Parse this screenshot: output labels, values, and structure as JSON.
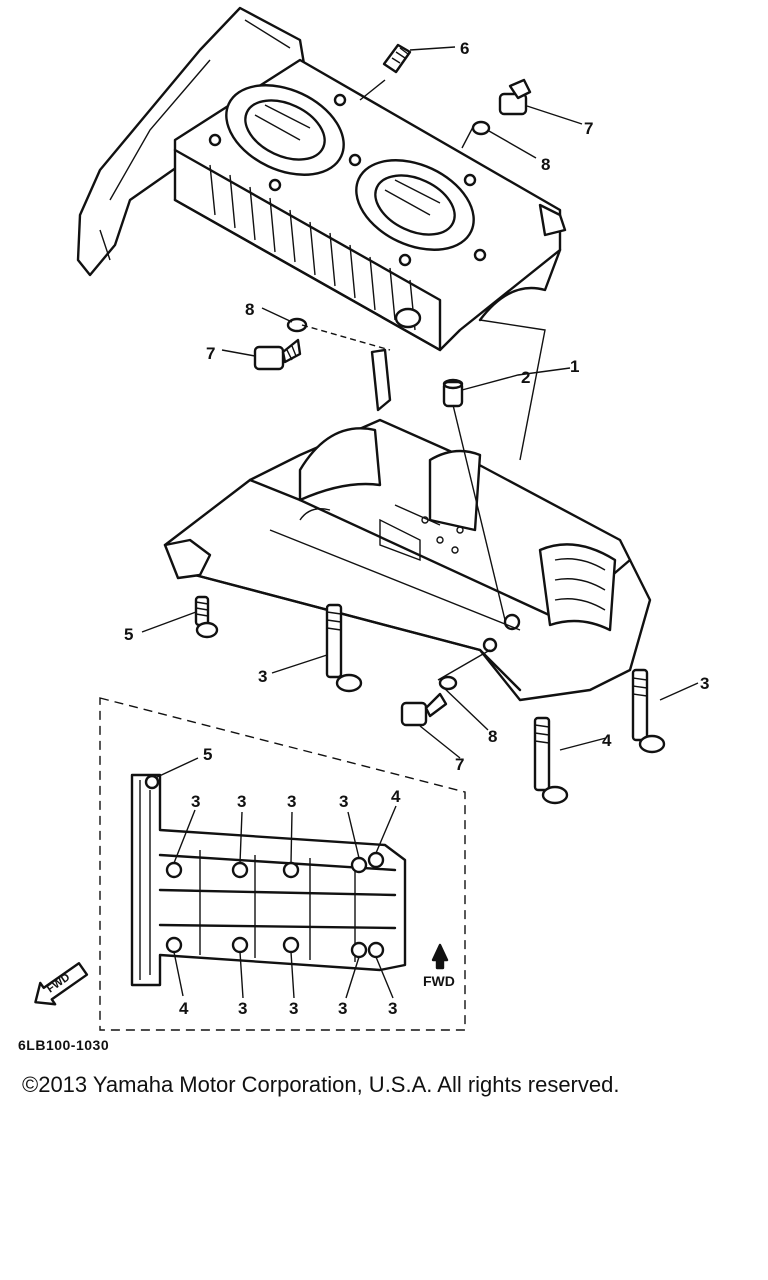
{
  "diagram": {
    "callouts": {
      "c1": "1",
      "c2": "2",
      "c3a": "3",
      "c3b": "3",
      "c4a": "4",
      "c5a": "5",
      "c6": "6",
      "c7a": "7",
      "c7b": "7",
      "c7c": "7",
      "c8a": "8",
      "c8b": "8",
      "c8c": "8"
    },
    "inset": {
      "callout5": "5",
      "top_labels": [
        "3",
        "3",
        "3",
        "3",
        "4"
      ],
      "bottom_labels": [
        "4",
        "3",
        "3",
        "3",
        "3"
      ],
      "fwd_arrow_label": "FWD",
      "fwd_badge": "FWD"
    }
  },
  "footer": {
    "code": "6LB100-1030",
    "copyright": "©2013 Yamaha Motor Corporation, U.S.A. All rights reserved."
  },
  "colors": {
    "ink": "#111111",
    "background": "#ffffff"
  }
}
